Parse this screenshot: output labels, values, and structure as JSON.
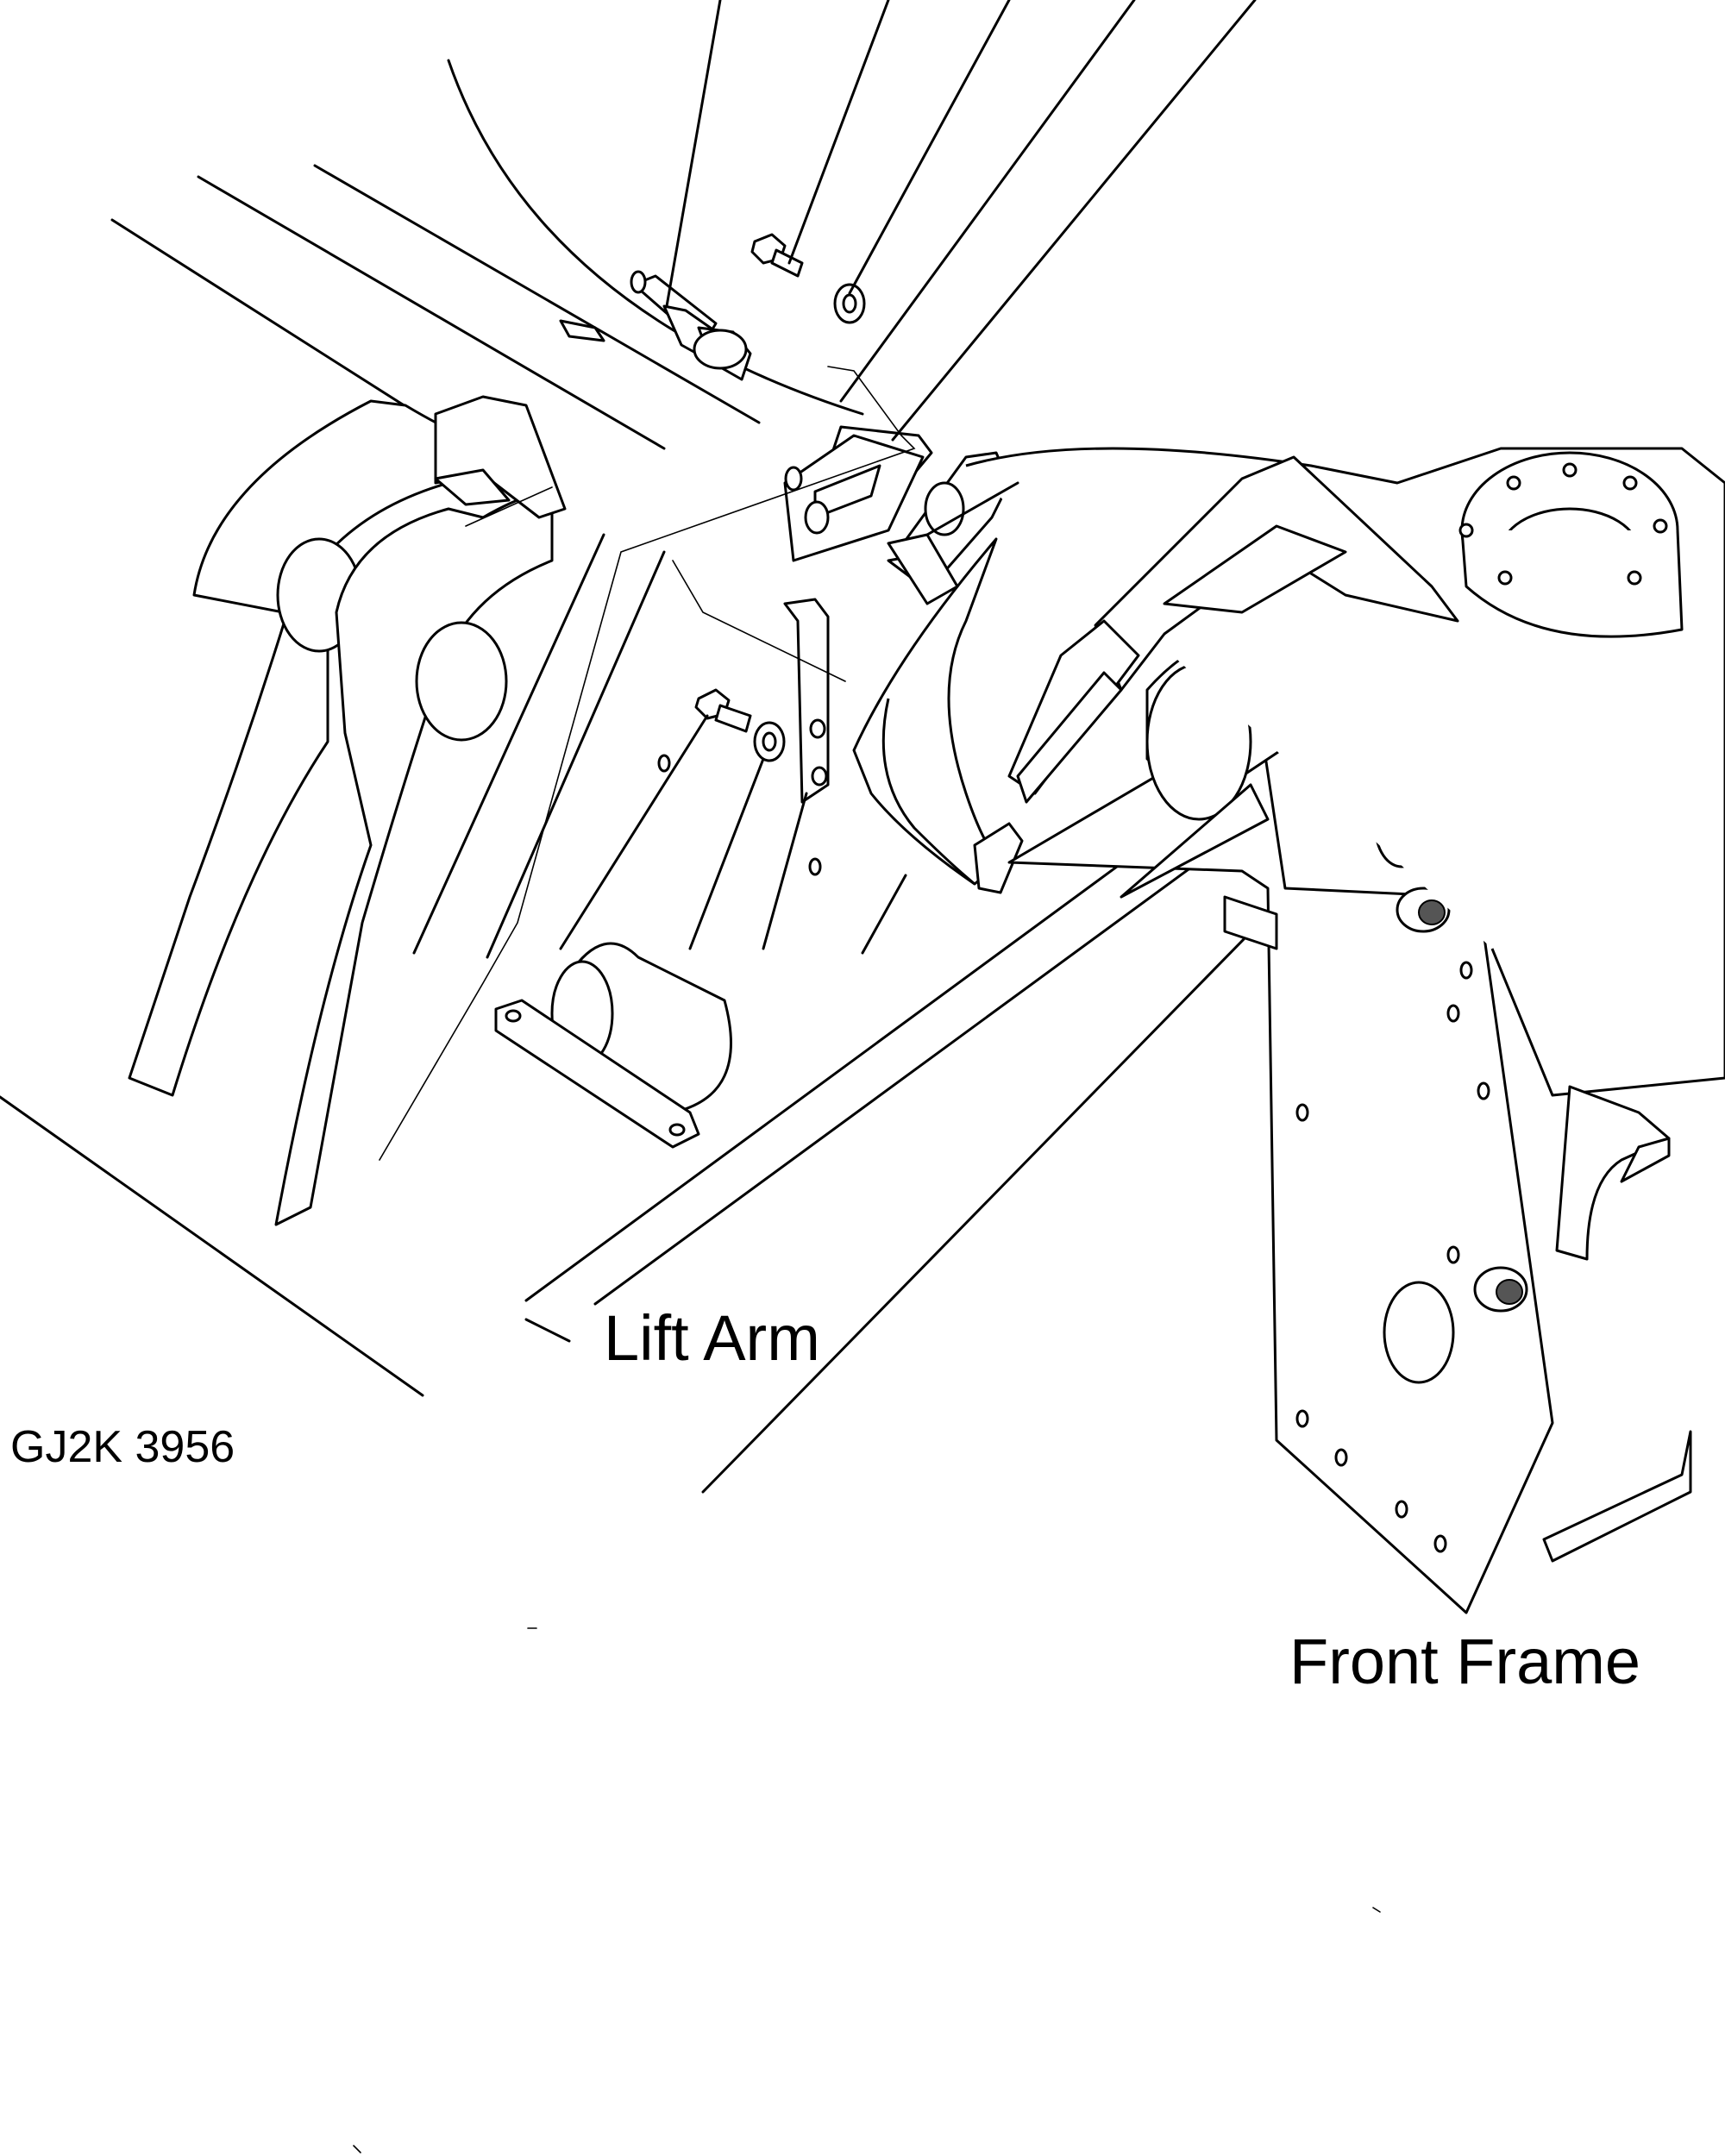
{
  "labels": {
    "lift_arm": "Lift Arm",
    "front_frame": "Front Frame",
    "drawing_code": "GJ2K 3956"
  },
  "callouts": {
    "count": 5,
    "line_color": "#000000"
  },
  "colors": {
    "ink": "#000000",
    "paper": "#ffffff"
  }
}
